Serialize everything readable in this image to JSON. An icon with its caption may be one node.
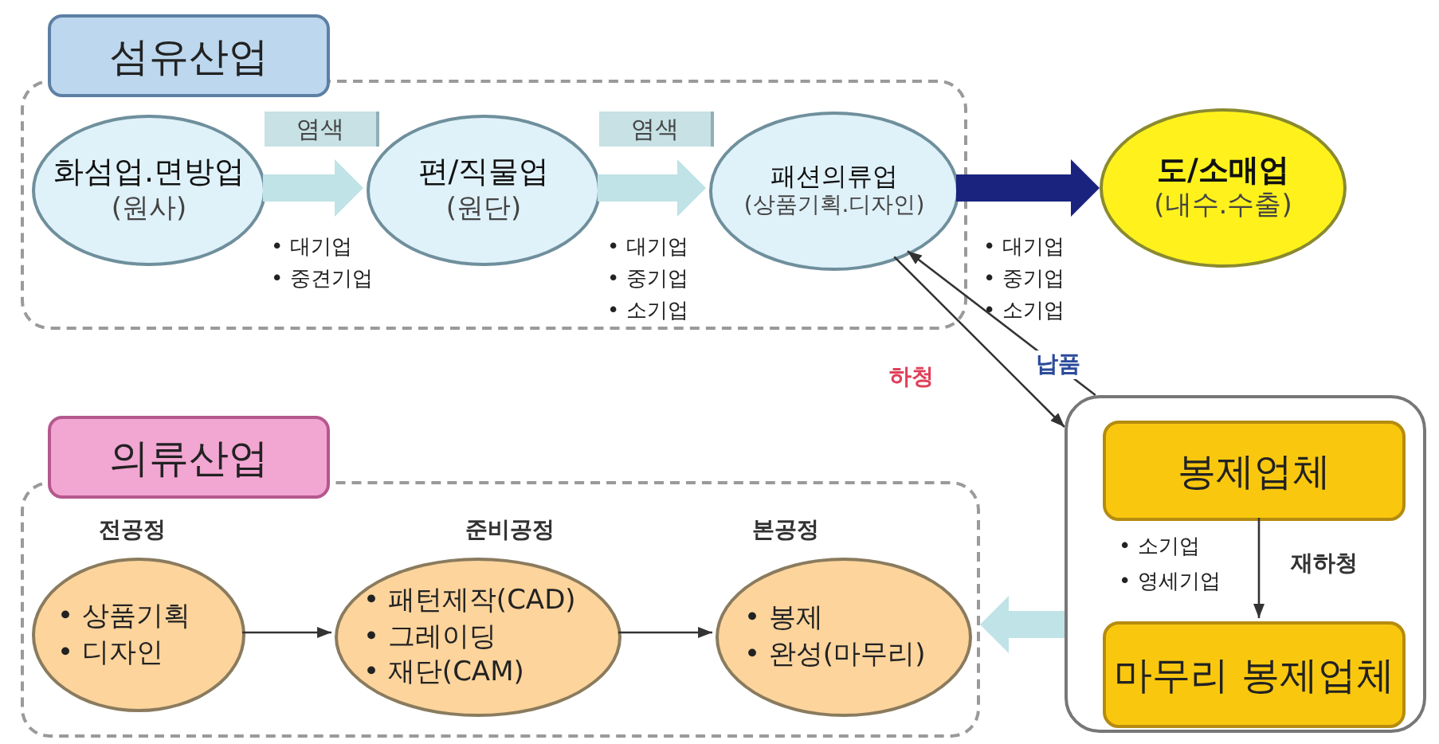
{
  "diagram": {
    "nodes": [
      {
        "text": [
          "섬유산업"
        ]
      },
      {
        "text": [
          "화섬업.면방업",
          "(원사)"
        ],
        "in": 0
      },
      {
        "text": [
          "편/직물업",
          "(원단)"
        ],
        "in": 0
      },
      {
        "text": [
          "패션의류업",
          "(상품기획.디자인)"
        ],
        "in": 0
      },
      {
        "text": [
          "도/소매업",
          "(내수.수출)"
        ]
      },
      {
        "text": [],
        "shape": "box"
      },
      {
        "text": [
          "봉제업체"
        ],
        "in": 5
      },
      {
        "text": [
          "마무리 봉제업체"
        ],
        "in": 5
      },
      {
        "text": [
          "의류산업"
        ]
      },
      {
        "text": [
          "• 상품기획",
          "• 디자인"
        ],
        "in": 8,
        "beside": [
          "전공정"
        ]
      },
      {
        "text": [
          "• 패턴제작(CAD)",
          "• 그레이딩",
          "• 재단(CAM)"
        ],
        "in": 8,
        "beside": [
          "준비공정"
        ]
      },
      {
        "text": [
          "• 봉제",
          "• 완성(마무리)"
        ],
        "in": 8,
        "beside": [
          "본공정"
        ]
      }
    ],
    "edges": [
      {
        "from": 1,
        "to": 2,
        "arrow": "to",
        "label": "염색",
        "style": "thick",
        "color": "#bfe3e6"
      },
      {
        "from": 2,
        "to": 3,
        "arrow": "to",
        "label": "염색",
        "style": "thick",
        "color": "#bfe3e6"
      },
      {
        "from": 3,
        "to": 4,
        "arrow": "to",
        "style": "thick",
        "color": "#1a237e"
      },
      {
        "from": 3,
        "to": 5,
        "arrow": "to",
        "label": "하청"
      },
      {
        "from": 5,
        "to": 3,
        "arrow": "to",
        "label": "납품"
      },
      {
        "from": 6,
        "to": 7,
        "arrow": "to",
        "label": "재하청"
      },
      {
        "from": 9,
        "to": 10,
        "arrow": "to"
      },
      {
        "from": 10,
        "to": 11,
        "arrow": "to"
      },
      {
        "from": 5,
        "to": 8,
        "arrow": "to",
        "style": "thick",
        "color": "#bfe3e6"
      }
    ],
    "labels": [
      "• 대기업",
      "• 중견기업",
      "• 대기업",
      "• 중기업",
      "• 소기업",
      "• 대기업",
      "• 중기업",
      "• 소기업",
      "• 소기업",
      "• 영세기업"
    ]
  }
}
